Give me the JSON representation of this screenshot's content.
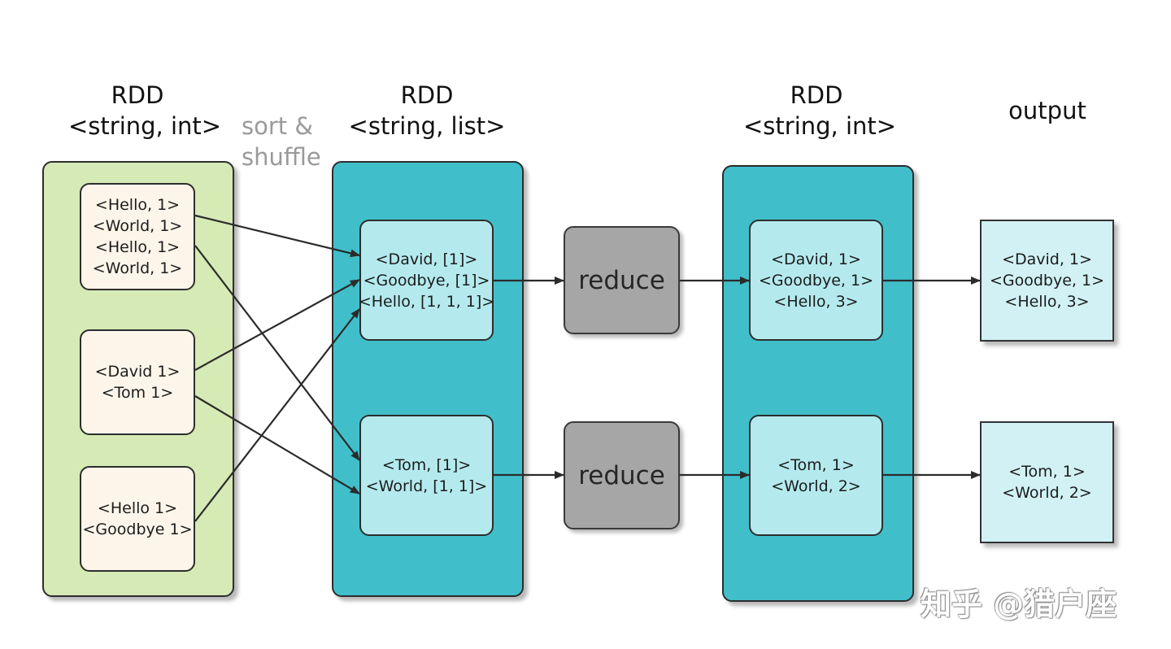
{
  "titles": {
    "rdd1": {
      "line1": "RDD",
      "line2": "<string, int>"
    },
    "rdd2": {
      "line1": "RDD",
      "line2": "<string, list>"
    },
    "rdd3": {
      "line1": "RDD",
      "line2": "<string, int>"
    },
    "output": "output"
  },
  "sort_shuffle": {
    "line1": "sort &",
    "line2": "shuffle"
  },
  "input_boxes": [
    {
      "lines": [
        "<Hello, 1>",
        "<World, 1>",
        "<Hello, 1>",
        "<World, 1>"
      ]
    },
    {
      "lines": [
        "<David 1>",
        "<Tom 1>"
      ]
    },
    {
      "lines": [
        "<Hello 1>",
        "<Goodbye 1>"
      ]
    }
  ],
  "grouped_boxes": [
    {
      "lines": [
        "<David, [1]>",
        "<Goodbye, [1]>",
        "<Hello, [1, 1, 1]>"
      ]
    },
    {
      "lines": [
        "<Tom, [1]>",
        "<World, [1, 1]>"
      ]
    }
  ],
  "reduce_label": "reduce",
  "reduced_boxes": [
    {
      "lines": [
        "<David, 1>",
        "<Goodbye, 1>",
        "<Hello, 3>"
      ]
    },
    {
      "lines": [
        "<Tom, 1>",
        "<World, 2>"
      ]
    }
  ],
  "output_boxes": [
    {
      "lines": [
        "<David, 1>",
        "<Goodbye, 1>",
        "<Hello, 3>"
      ]
    },
    {
      "lines": [
        "<Tom, 1>",
        "<World, 2>"
      ]
    }
  ],
  "watermark": "知乎 @猎户座",
  "colors": {
    "green_column": "#d6eab6",
    "teal_column": "#40bfca",
    "cream_box": "#fdf5ea",
    "light_box": "#b4eaee",
    "reduce_box": "#a6a6a6",
    "output_box": "#d1f1f5"
  }
}
